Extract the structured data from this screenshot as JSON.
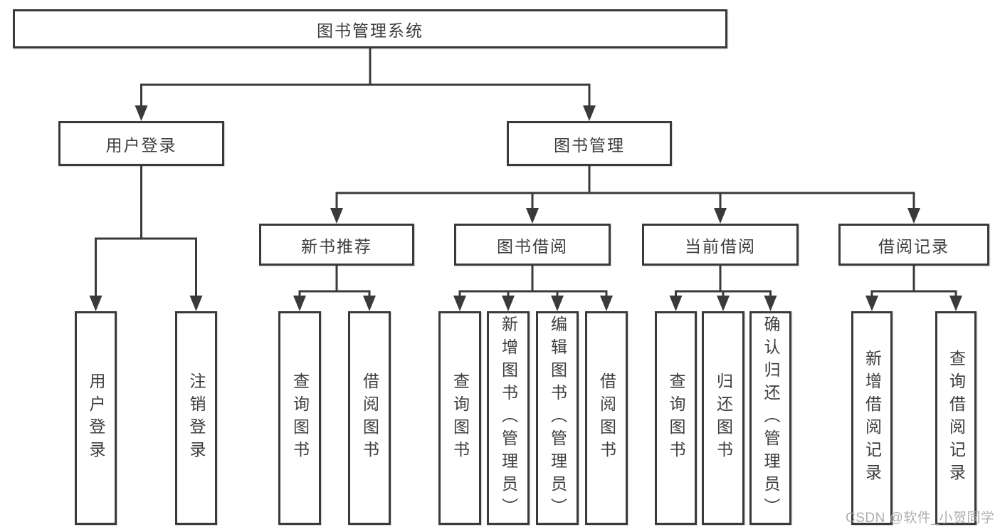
{
  "diagram": {
    "root": {
      "label": "图书管理系统"
    },
    "user_login": {
      "label": "用户登录",
      "children": [
        {
          "label": "用户登录"
        },
        {
          "label": "注销登录"
        }
      ]
    },
    "book_management": {
      "label": "图书管理",
      "sections": [
        {
          "label": "新书推荐",
          "children": [
            {
              "label": "查询图书"
            },
            {
              "label": "借阅图书"
            }
          ]
        },
        {
          "label": "图书借阅",
          "children": [
            {
              "label": "查询图书"
            },
            {
              "label": "新增图书（管理员）"
            },
            {
              "label": "编辑图书（管理员）"
            },
            {
              "label": "借阅图书"
            }
          ]
        },
        {
          "label": "当前借阅",
          "children": [
            {
              "label": "查询图书"
            },
            {
              "label": "归还图书"
            },
            {
              "label": "确认归还（管理员）"
            }
          ]
        },
        {
          "label": "借阅记录",
          "children": [
            {
              "label": "新增借阅记录"
            },
            {
              "label": "查询借阅记录"
            }
          ]
        }
      ]
    }
  },
  "watermark": {
    "text": "CSDN @软件_小贺同学"
  },
  "colors": {
    "line": "#3a3a3a",
    "text": "#3d3d3d",
    "watermark": "#a6a6a6",
    "background": "#ffffff"
  }
}
